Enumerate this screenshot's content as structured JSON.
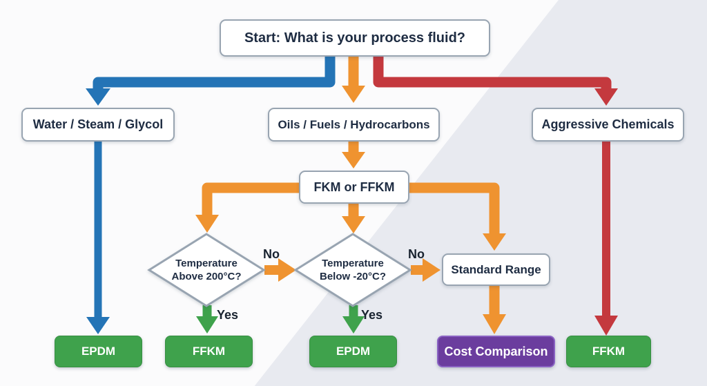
{
  "colors": {
    "blue": "#2474B6",
    "orange": "#EF9330",
    "red": "#C4393E",
    "green": "#3FA24C",
    "green_box": "#3FA24C",
    "purple": "#6B3D9E",
    "purple_border": "#8A62C3",
    "box_border": "#98A4B1",
    "text_dark": "#1E2C42",
    "bg": "#FBFBFC",
    "bg_gray": "#E8EAF0"
  },
  "nodes": {
    "start": "Start: What is your process fluid?",
    "water": "Water / Steam / Glycol",
    "oils": "Oils / Fuels / Hydrocarbons",
    "aggressive": "Aggressive Chemicals",
    "fkm": "FKM or FFKM",
    "diamond1": {
      "line1": "Temperature",
      "line2": "Above 200°C?"
    },
    "diamond2": {
      "line1": "Temperature",
      "line2": "Below -20°C?"
    },
    "standard": "Standard Range",
    "epdm_left": "EPDM",
    "ffkm_left": "FFKM",
    "epdm_mid": "EPDM",
    "cost": "Cost Comparison",
    "ffkm_right": "FFKM"
  },
  "edge_labels": {
    "no1": "No",
    "yes1": "Yes",
    "no2": "No",
    "yes2": "Yes"
  }
}
